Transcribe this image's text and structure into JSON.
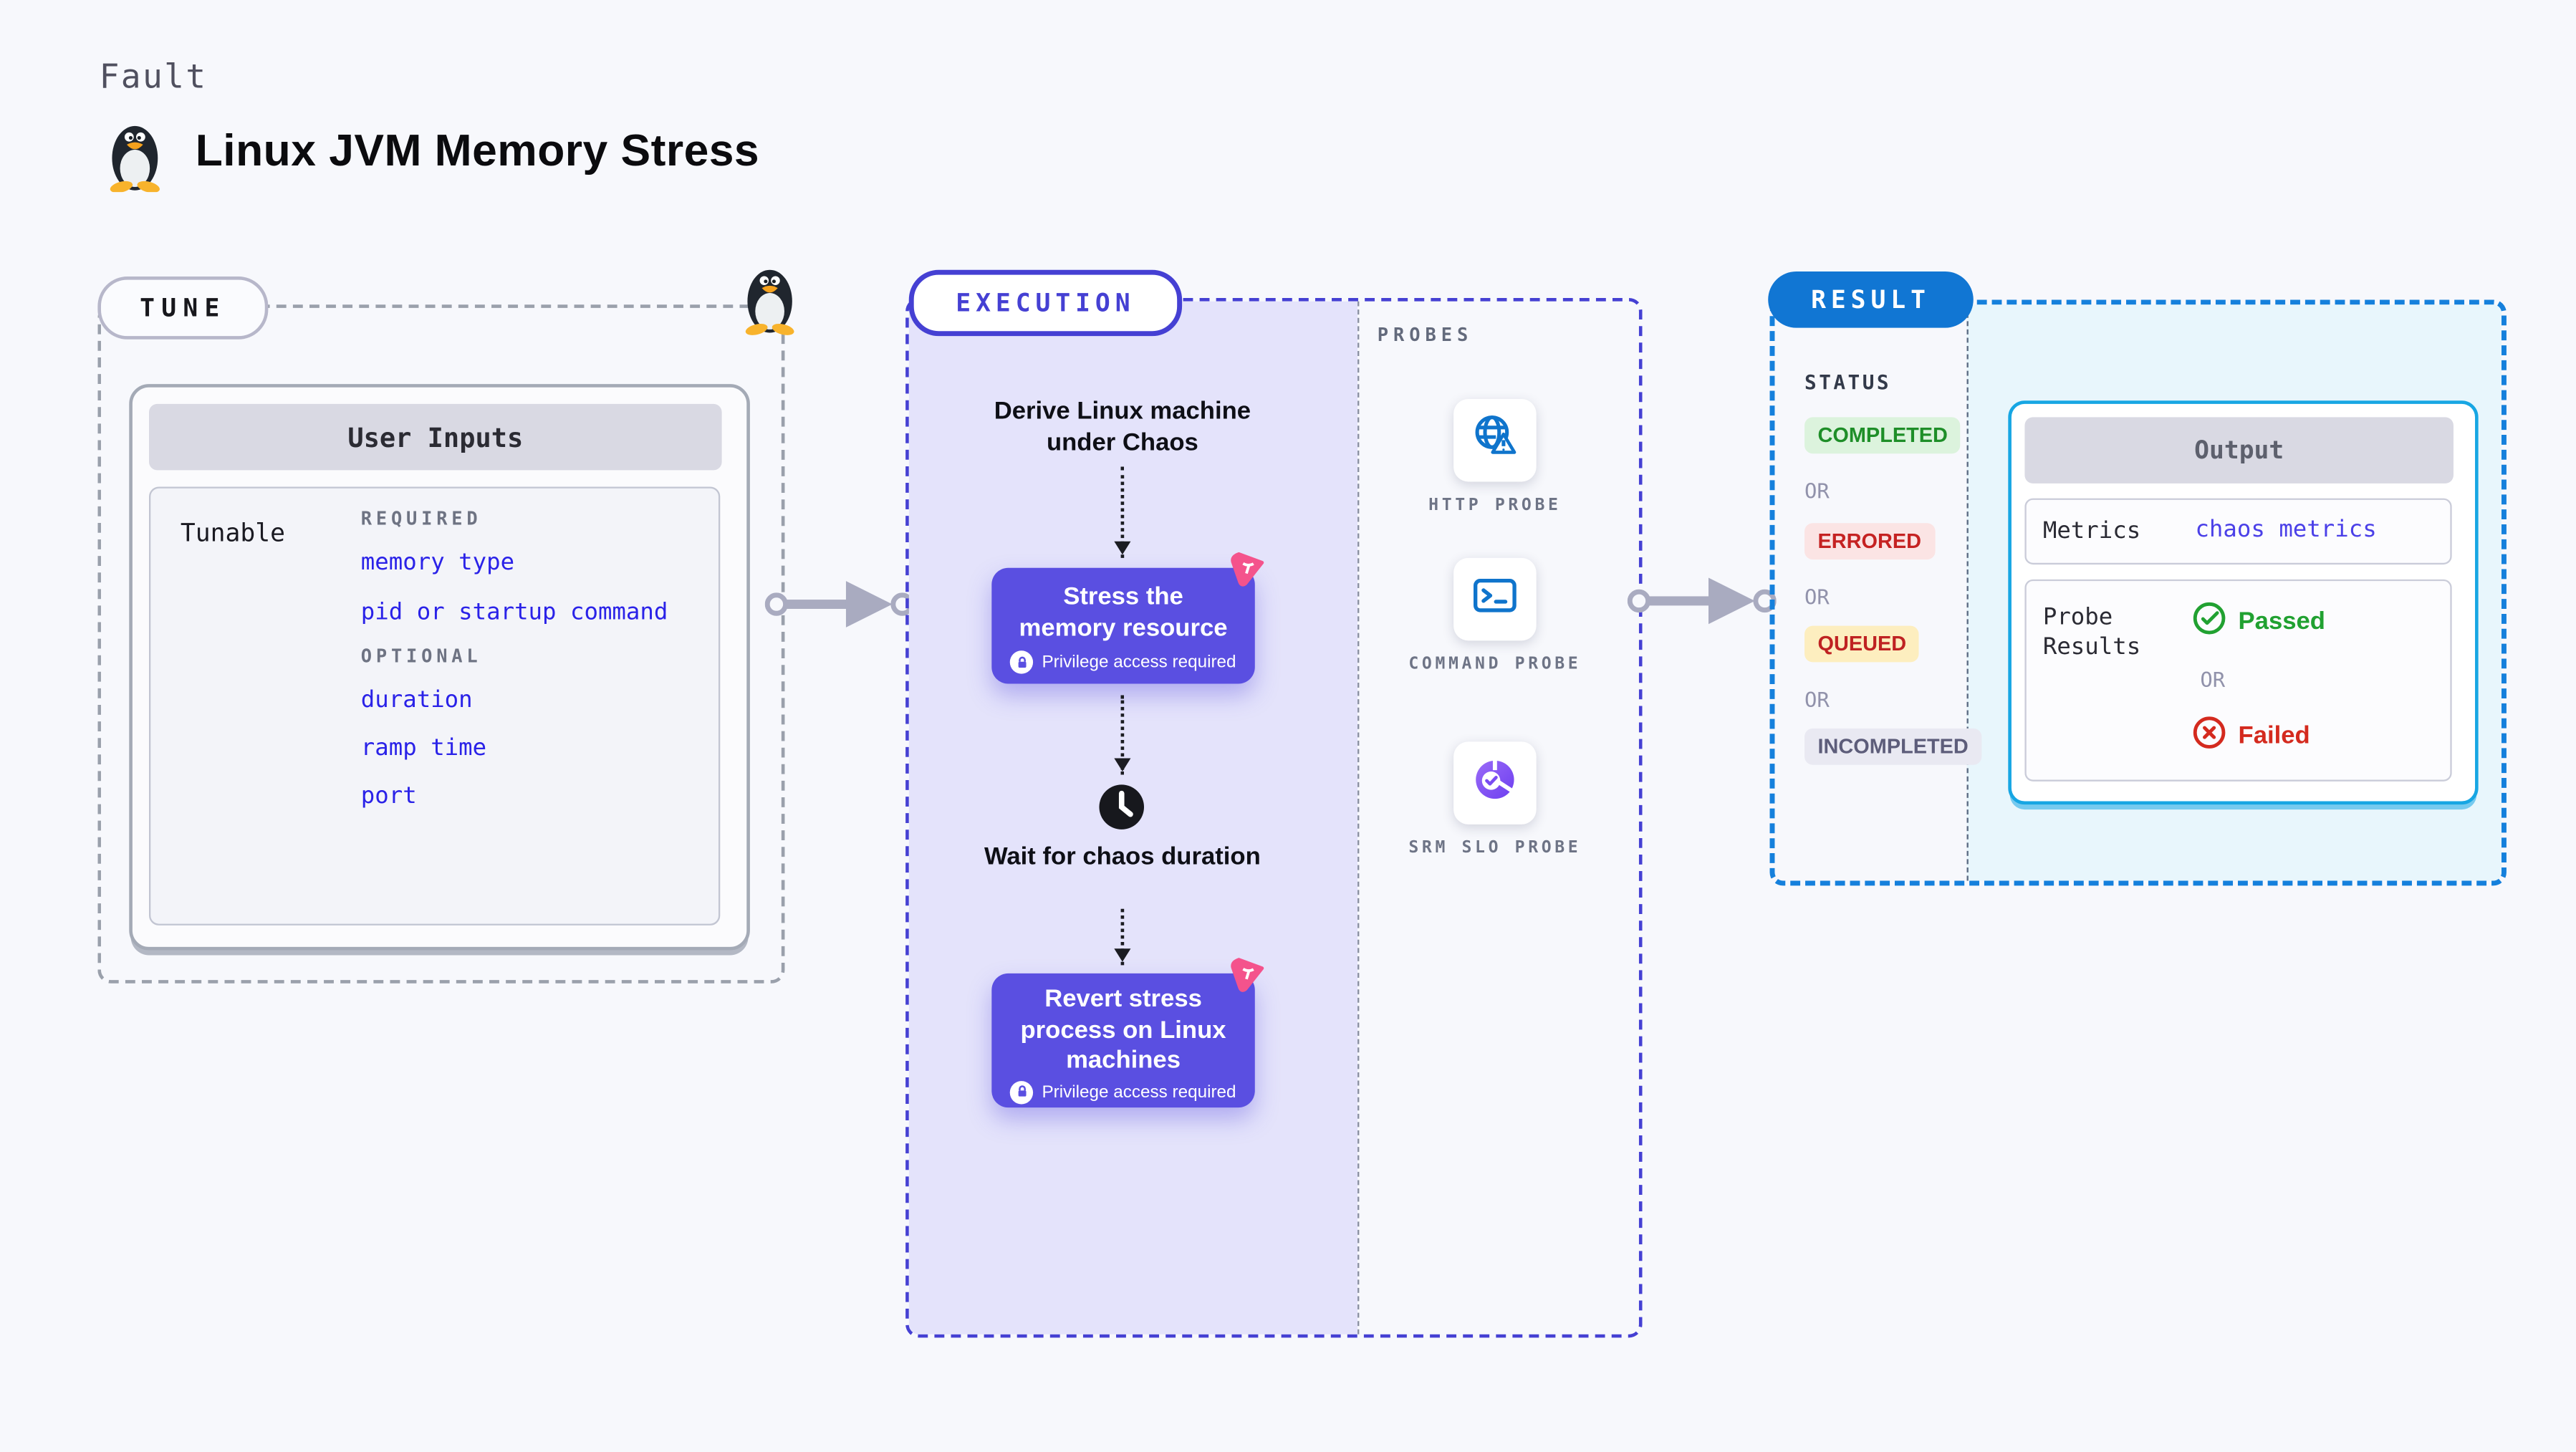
{
  "header": {
    "fault_label": "Fault",
    "title": "Linux JVM Memory Stress"
  },
  "tune": {
    "badge": "TUNE",
    "card_title": "User Inputs",
    "row_label": "Tunable",
    "required_label": "REQUIRED",
    "optional_label": "OPTIONAL",
    "required_params": [
      "memory type",
      "pid or startup command"
    ],
    "optional_params": [
      "duration",
      "ramp time",
      "port"
    ]
  },
  "execution": {
    "badge": "EXECUTION",
    "step_derive": "Derive Linux machine under Chaos",
    "step_stress": "Stress the memory resource",
    "step_wait": "Wait for chaos duration",
    "step_revert": "Revert stress process on Linux machines",
    "privilege_note": "Privilege access required"
  },
  "probes": {
    "section_label": "PROBES",
    "items": [
      {
        "label": "HTTP PROBE",
        "icon": "globe-alert-icon"
      },
      {
        "label": "COMMAND PROBE",
        "icon": "terminal-icon"
      },
      {
        "label": "SRM SLO PROBE",
        "icon": "slo-pie-check-icon"
      }
    ]
  },
  "result": {
    "badge": "RESULT",
    "status_label": "STATUS",
    "or_label": "OR",
    "statuses": [
      {
        "label": "COMPLETED",
        "bg": "#dcf3dd",
        "color": "#1e8e28"
      },
      {
        "label": "ERRORED",
        "bg": "#fbe4e4",
        "color": "#c52222"
      },
      {
        "label": "QUEUED",
        "bg": "#fdeebf",
        "color": "#bf2222"
      },
      {
        "label": "INCOMPLETED",
        "bg": "#e9e9f2",
        "color": "#5d5d7a"
      }
    ],
    "output": {
      "title": "Output",
      "metrics_label": "Metrics",
      "metrics_value": "chaos metrics",
      "probe_results_label": "Probe Results",
      "passed_label": "Passed",
      "failed_label": "Failed"
    }
  },
  "colors": {
    "page_bg": "#f7f8fc",
    "accent_indigo": "#4540d3",
    "button_purple": "#5a4fe1",
    "lavender_bg": "#e4e3fb",
    "result_blue": "#1176d3",
    "cyan_border": "#17a6e3",
    "cyan_bg": "#e8f6fc",
    "param_blue": "#2a22e8",
    "pink_chaos": "#f4538c",
    "probe_icon_blue": "#0f74cc",
    "passed_green": "#21a131",
    "failed_red": "#d42a1e"
  }
}
